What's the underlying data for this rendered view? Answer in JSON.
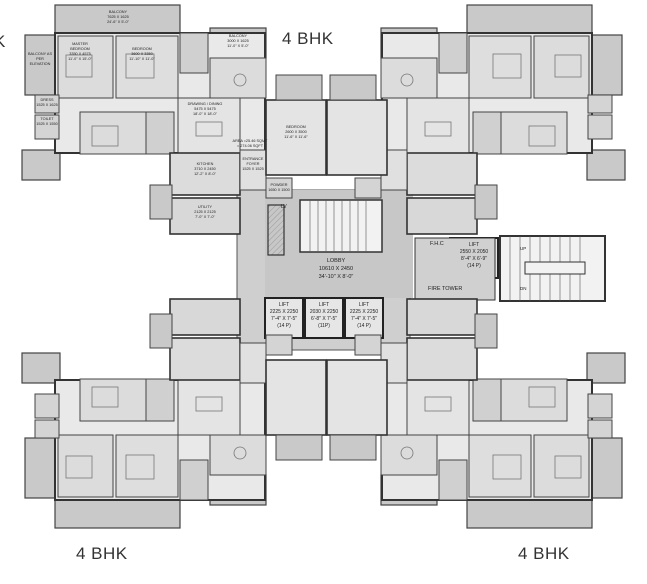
{
  "headings": {
    "top_left": "K",
    "top_right": "4 BHK",
    "bottom_left": "4 BHK",
    "bottom_right": "4 BHK"
  },
  "labels": {
    "lobby": [
      "LOBBY",
      "10610 X 2450",
      "34'-10\" X 8'-0\""
    ],
    "fire_tower": "FIRE TOWER",
    "fhc": "F.H.C",
    "lv": "LV",
    "lift_right": [
      "LIFT",
      "2550 X 2050",
      "8'-4\" X 6'-9\"",
      "(14 P)"
    ],
    "lift_1": [
      "LIFT",
      "2225 X 2250",
      "7'-4\" X 7'-5\"",
      "(14 P)"
    ],
    "lift_2": [
      "LIFT",
      "2030 X 2250",
      "6'-8\" X 7'-5\"",
      "(11P)"
    ],
    "lift_3": [
      "LIFT",
      "2225 X 2250",
      "7'-4\" X 7'-5\"",
      "(14 P)"
    ],
    "up": "UP",
    "dn": "DN",
    "rooms": {
      "balcony_big": [
        "BALCONY",
        "7625 X 1625",
        "24'-6\" X 5'-0\""
      ],
      "balcony_side": [
        "BALCONY AS",
        "PER",
        "ELEVATION"
      ],
      "bedroom": [
        "BEDROOM",
        "3600 X 3350",
        "11'-10\" X 11'-0\""
      ],
      "master_bedroom": [
        "MASTER",
        "BEDROOM",
        "3350 X 4575",
        "11'-0\" X 15'-0\""
      ],
      "drawing": [
        "DRAWING / DINING",
        "5475 X 5475",
        "18'-0\" X 18'-0\""
      ],
      "kitchen": [
        "KITCHEN",
        "3710 X 2450",
        "12'-2\" X 8'-0\""
      ],
      "utility": [
        "UTILITY",
        "2125 X 2125",
        "7'-0\" X 7'-0\""
      ],
      "entrance": [
        "ENTRANCE",
        "FOYER",
        "1525 X 1525"
      ],
      "toilet": [
        "TOILET",
        "1525 X 1550"
      ],
      "dress": [
        "DRESS",
        "1525 X 1625"
      ],
      "balcony_small": [
        "BALCONY",
        "3000 X 1625",
        "11'-0\" X 5'-0\""
      ],
      "area": [
        "AREA =25.46 SQMT",
        "= 274.06 SQFT"
      ],
      "center_bedroom": [
        "BEDROOM",
        "2600 X 3500",
        "11'-6\" X 11'-6\""
      ],
      "powder": [
        "POWDER",
        "1650 X 1500"
      ]
    }
  }
}
